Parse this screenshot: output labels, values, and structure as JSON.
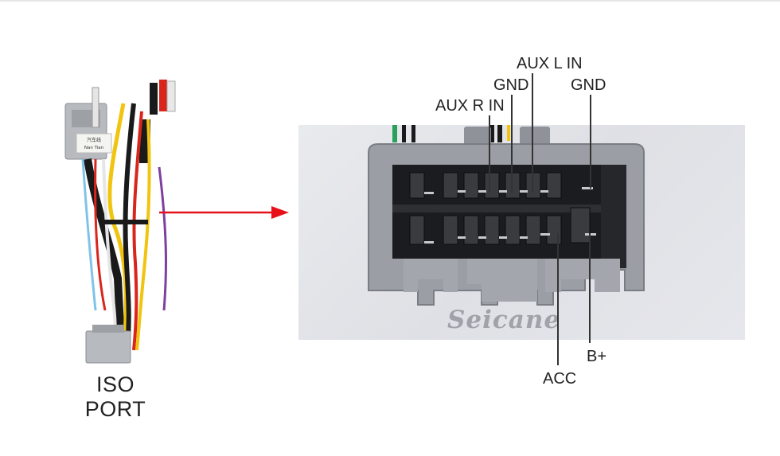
{
  "left_label": "ISO PORT",
  "watermark": "Seicane",
  "harness_tag": {
    "line1": "汽车线",
    "line2": "Nan Tian"
  },
  "pins": {
    "aux_l_in": "AUX L IN",
    "gnd_left": "GND",
    "gnd_right": "GND",
    "aux_r_in": "AUX R IN",
    "b_plus": "B+",
    "acc": "ACC"
  },
  "colors": {
    "arrow": "#e8111a",
    "connector": "#9b9ea4",
    "connector_dark": "#6e7177",
    "wire_yellow": "#f1c40f",
    "wire_red": "#d9261c",
    "wire_black": "#1a1a1a"
  }
}
